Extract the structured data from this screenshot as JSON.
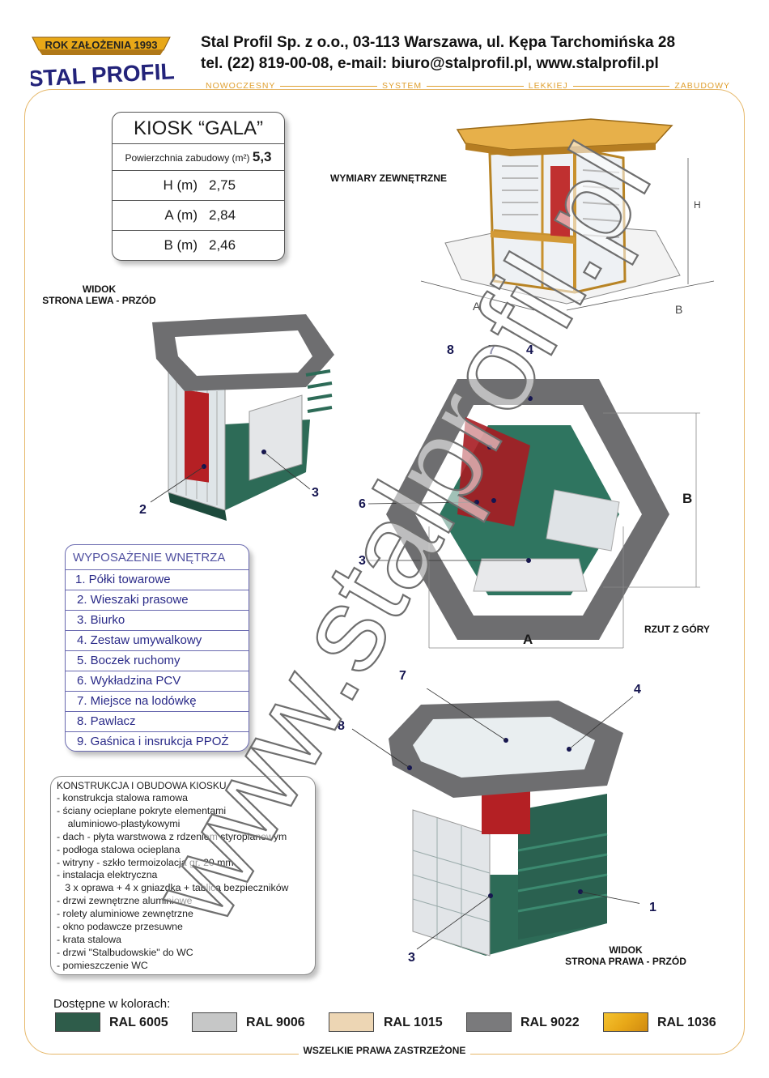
{
  "header": {
    "logo": {
      "top": "ROK ZAŁOŻENIA 1993",
      "brand": "STAL PROFIL"
    },
    "company": "Stal Profil Sp. z o.o., 03-113 Warszawa, ul. Kępa Tarchomińska 28",
    "contact": "tel. (22) 819-00-08,  e-mail: biuro@stalprofil.pl,  www.stalprofil.pl",
    "tagline": [
      "NOWOCZESNY",
      "SYSTEM",
      "LEKKIEJ",
      "ZABUDOWY"
    ]
  },
  "spec": {
    "title": "KIOSK “GALA”",
    "area_label": "Powierzchnia zabudowy (m²)",
    "area_value": "5,3",
    "rows": [
      {
        "key": "H (m)",
        "value": "2,75"
      },
      {
        "key": "A (m)",
        "value": "2,84"
      },
      {
        "key": "B (m)",
        "value": "2,46"
      }
    ]
  },
  "labels": {
    "external_dims": "WYMIARY ZEWNĘTRZNE",
    "view_left_1": "WIDOK",
    "view_left_2": "STRONA LEWA - PRZÓD",
    "top_view": "RZUT Z GÓRY",
    "view_right_1": "WIDOK",
    "view_right_2": "STRONA PRAWA - PRZÓD",
    "dim_a": "A",
    "dim_b": "B",
    "dim_h": "H"
  },
  "callouts": {
    "left_view": [
      "2",
      "3"
    ],
    "top_view": [
      "8",
      "7",
      "4",
      "6",
      "3"
    ],
    "right_view": [
      "7",
      "4",
      "8",
      "1",
      "3"
    ]
  },
  "equipment": {
    "title": "WYPOSAŻENIE WNĘTRZA",
    "items": [
      "1.  Półki towarowe",
      "2.  Wieszaki prasowe",
      "3.  Biurko",
      "4.  Zestaw umywalkowy",
      "5.  Boczek ruchomy",
      "6.  Wykładzina PCV",
      "7.  Miejsce na lodówkę",
      "8.  Pawlacz",
      "9.  Gaśnica i insrukcja PPOŻ"
    ]
  },
  "construction": {
    "title": "KONSTRUKCJA I OBUDOWA KIOSKU",
    "items": [
      "- konstrukcja stalowa ramowa",
      "- ściany ocieplane pokryte elementami",
      "    aluminiowo-plastykowymi",
      "- dach - płyta warstwowa z rdzeniem styropianowym",
      "- podłoga stalowa ocieplana",
      "- witryny - szkło termoizolacja gr. 20 mm",
      "- instalacja elektryczna",
      "   3 x oprawa + 4 x gniazdka + tablica bezpieczników",
      "- drzwi zewnętrzne aluminiowe",
      "- rolety aluminiowe zewnętrzne",
      "- okno podawcze przesuwne",
      "- krata stalowa",
      "- drzwi \"Stalbudowskie\" do WC",
      "- pomieszczenie WC"
    ]
  },
  "colors": {
    "label": "Dostępne w kolorach:",
    "items": [
      {
        "name": "RAL 6005",
        "hex": "#2e5c4a"
      },
      {
        "name": "RAL 9006",
        "hex": "#c6c7c7"
      },
      {
        "name": "RAL 1015",
        "hex": "#edd6b4"
      },
      {
        "name": "RAL 9022",
        "hex": "#7a7a7c"
      },
      {
        "name": "RAL 1036",
        "hex": "#e8a818"
      }
    ]
  },
  "footer": "WSZELKIE PRAWA ZASTRZEŻONE",
  "watermark": "www.stalprofil.pl",
  "palette": {
    "green": "#2f6b58",
    "gray": "#6e6e70",
    "gold": "#e0a030",
    "red": "#b01c20"
  }
}
